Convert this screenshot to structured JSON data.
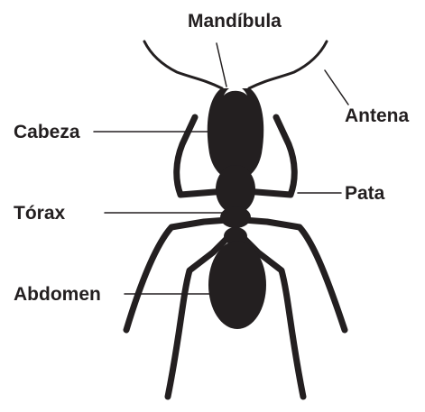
{
  "diagram": {
    "labels": {
      "mandible": "Mandíbula",
      "antenna": "Antena",
      "head": "Cabeza",
      "leg": "Pata",
      "thorax": "Tórax",
      "abdomen": "Abdomen"
    },
    "colors": {
      "ink": "#231f20",
      "background": "#ffffff"
    }
  }
}
